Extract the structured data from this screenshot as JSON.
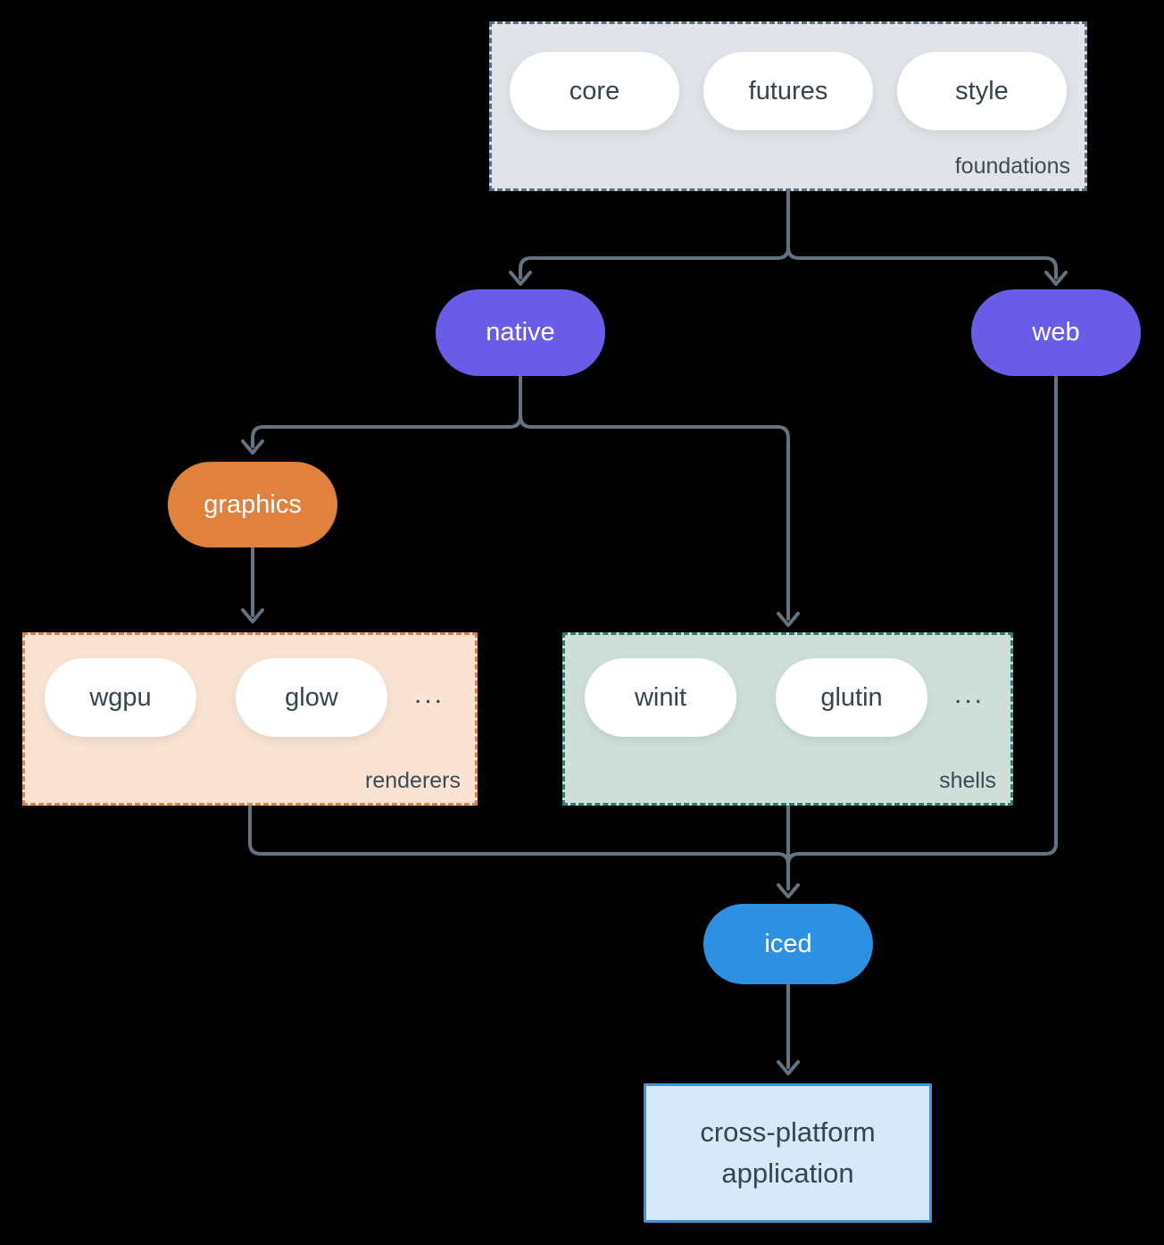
{
  "groups": {
    "foundations": {
      "label": "foundations",
      "items": [
        "core",
        "futures",
        "style"
      ]
    },
    "renderers": {
      "label": "renderers",
      "items": [
        "wgpu",
        "glow"
      ],
      "more": "..."
    },
    "shells": {
      "label": "shells",
      "items": [
        "winit",
        "glutin"
      ],
      "more": "..."
    }
  },
  "nodes": {
    "native": {
      "label": "native"
    },
    "web": {
      "label": "web"
    },
    "graphics": {
      "label": "graphics"
    },
    "iced": {
      "label": "iced"
    },
    "app": {
      "label": "cross-platform application"
    }
  },
  "colors": {
    "background": "#000000",
    "edge": "#647382",
    "foundations_fill": "#e0e4e8",
    "foundations_border": "#5d6f7e",
    "renderers_fill": "#fae3d3",
    "renderers_border": "#e0813e",
    "shells_fill": "#cedfd9",
    "shells_border": "#2f7d6e",
    "node_purple": "#6a5ce6",
    "node_orange": "#e0813e",
    "node_blue": "#2e90e0",
    "app_fill": "#d7e9f9",
    "app_border": "#3e96e2",
    "pill_fill": "#ffffff",
    "text_dark": "#36444f",
    "text_light": "#ffffff"
  }
}
